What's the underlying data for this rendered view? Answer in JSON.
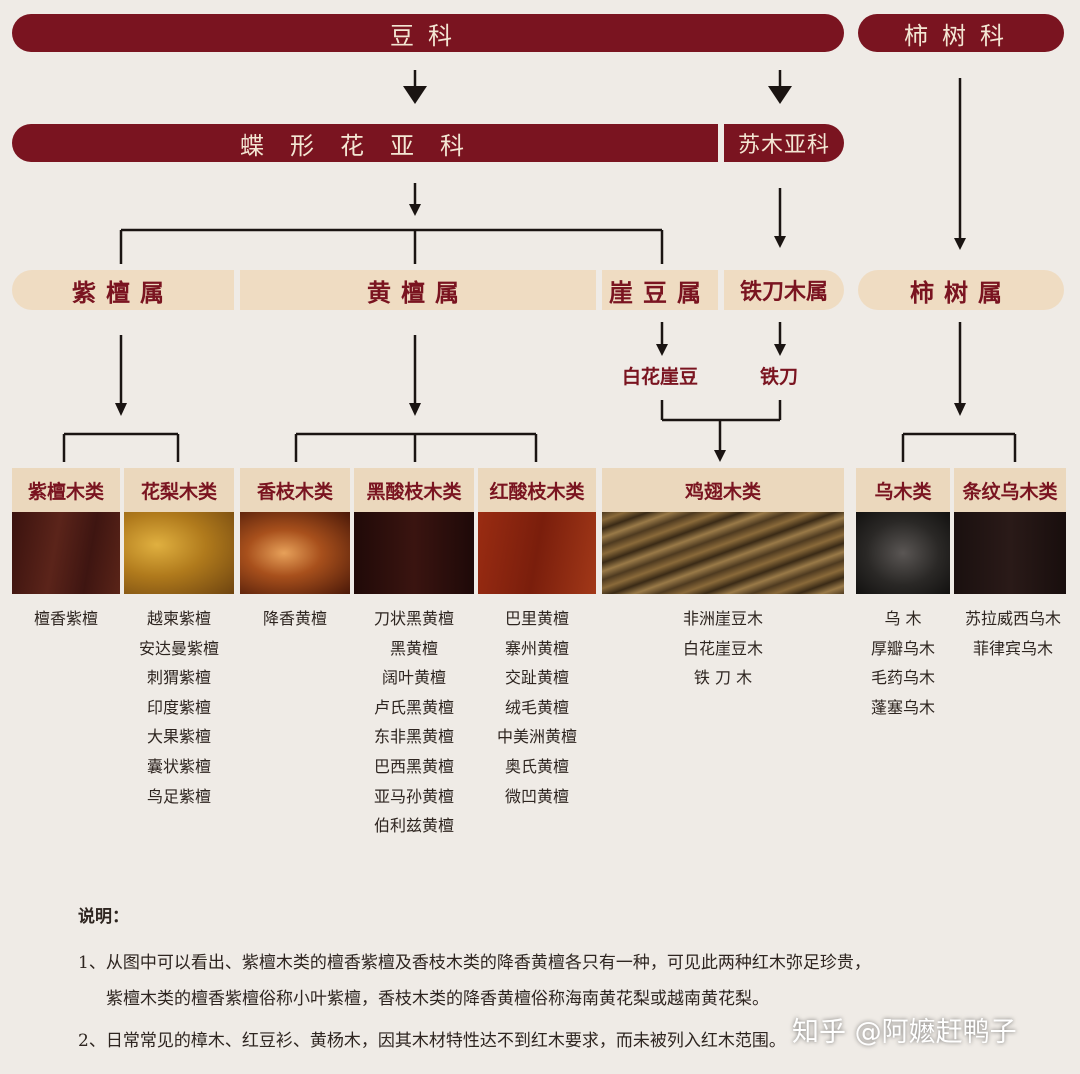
{
  "families": {
    "legume": "豆科",
    "ebony": "柿树科"
  },
  "subfamilies": {
    "papilionoideae": "蝶形花亚科",
    "caesalpinioideae": "苏木亚科"
  },
  "genera": {
    "zitan": "紫檀属",
    "huangtan": "黄檀属",
    "yadou": "崖豆属",
    "tiedaomu": "铁刀木属",
    "shishu": "柿树属"
  },
  "species_nodes": {
    "baihuayadou": "白花崖豆",
    "tiedao": "铁刀"
  },
  "categories": [
    {
      "label": "紫檀木类",
      "color": "#4a1c16",
      "items": [
        "檀香紫檀"
      ]
    },
    {
      "label": "花梨木类",
      "color": "#b58222",
      "items": [
        "越柬紫檀",
        "安达曼紫檀",
        "刺猬紫檀",
        "印度紫檀",
        "大果紫檀",
        "囊状紫檀",
        "鸟足紫檀"
      ]
    },
    {
      "label": "香枝木类",
      "color": "#9a4a1a",
      "items": [
        "降香黄檀"
      ]
    },
    {
      "label": "黑酸枝木类",
      "color": "#2a0e0c",
      "items": [
        "刀状黑黄檀",
        "黑黄檀",
        "阔叶黄檀",
        "卢氏黑黄檀",
        "东非黑黄檀",
        "巴西黑黄檀",
        "亚马孙黄檀",
        "伯利兹黄檀"
      ]
    },
    {
      "label": "红酸枝木类",
      "color": "#8a2410",
      "items": [
        "巴里黄檀",
        "寨州黄檀",
        "交趾黄檀",
        "绒毛黄檀",
        "中美洲黄檀",
        "奥氏黄檀",
        "微凹黄檀"
      ]
    },
    {
      "label": "鸡翅木类",
      "color": "#6a5530",
      "items": [
        "非洲崖豆木",
        "白花崖豆木",
        "铁 刀 木"
      ]
    },
    {
      "label": "乌木类",
      "color": "#2a2826",
      "items": [
        "乌 木",
        "厚瓣乌木",
        "毛药乌木",
        "蓬塞乌木"
      ]
    },
    {
      "label": "条纹乌木类",
      "color": "#1f1413",
      "items": [
        "苏拉威西乌木",
        "菲律宾乌木"
      ]
    }
  ],
  "notes": {
    "heading": "说明：",
    "line1": "1、从图中可以看出、紫檀木类的檀香紫檀及香枝木类的降香黄檀各只有一种，可见此两种红木弥足珍贵，",
    "line1b": "紫檀木类的檀香紫檀俗称小叶紫檀，香枝木类的降香黄檀俗称海南黄花梨或越南黄花梨。",
    "line2": "2、日常常见的樟木、红豆衫、黄杨木，因其木材特性达不到红木要求，而未被列入红木范围。"
  },
  "watermark": "知乎 @阿嬷赶鸭子"
}
